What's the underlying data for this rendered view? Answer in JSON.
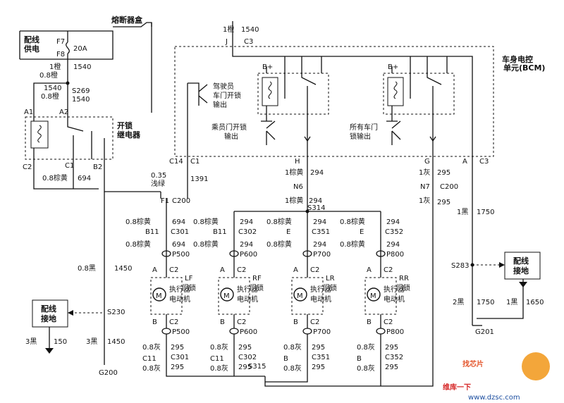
{
  "fuse_box": {
    "title": "熔断器盒",
    "supply": "配线\n供电",
    "fuse_in": "F7",
    "fuse_out": "F8",
    "rating": "20A",
    "out_wire": "1橙",
    "out_circuit": "1540"
  },
  "splice_s269": {
    "wire_top": "0.8橙",
    "circuit_top": "1540",
    "name": "S269",
    "circuit_a": "1540",
    "wire_b": "0.8橙",
    "circuit_b": "1540"
  },
  "unlock_relay": {
    "name": "开锁\n继电器",
    "pin_a1": "A1",
    "pin_a2": "A2",
    "pin_c1": "C1",
    "pin_c2": "C2",
    "pin_b2": "B2"
  },
  "bcm": {
    "name": "车身电控\n单元(BCM)",
    "top_wire": "1橙",
    "top_circuit": "1540",
    "pin_j": "J",
    "pin_c3": "C3",
    "driver_unlock": "驾驶员\n车门开锁\n输出",
    "passenger_unlock": "乘员门开锁\n输出",
    "all_door_lock": "所有车门\n锁输出",
    "bplus": "B+",
    "bplus2": "B+",
    "pin_c14": "C14",
    "pin_c1": "C1",
    "pin_h": "H",
    "pin_g": "G",
    "pin_a": "A",
    "pin_c3b": "C3"
  },
  "wires": {
    "w694": "0.8棕黄",
    "c694": "694",
    "w1391": "0.35\n浅绿",
    "c1391": "1391",
    "w294": "1棕黄",
    "c294": "294",
    "w295": "1灰",
    "c295": "295",
    "w1750": "1黑",
    "c1750": "1750",
    "w1750b": "2黑",
    "c1750b": "1750",
    "w1650": "1黑",
    "c1650": "1650",
    "w1450": "0.8黑",
    "c1450": "1450",
    "w150": "3黑",
    "c150": "150",
    "w1450b": "3黑",
    "c1450b": "1450"
  },
  "connectors": {
    "f1": "F1",
    "c200": "C200",
    "n6": "N6",
    "n7": "N7",
    "c200b": "C200",
    "s314": "S314",
    "s315": "S315",
    "s283": "S283",
    "s230": "S230",
    "g200": "G200",
    "g201": "G201"
  },
  "ground_boxes": {
    "left": "配线\n接地",
    "right": "配线\n接地"
  },
  "actuators": [
    {
      "position": "LF",
      "suffix": "门锁",
      "label": "执行器\n电动机",
      "motor": "M",
      "conn_top": "B11",
      "conn_top_c": "C301",
      "wire_top": "0.8棕黄",
      "circuit_top": "694",
      "wire_mid": "0.8棕黄",
      "circuit_mid": "694",
      "plug": "P500",
      "pin_a": "A",
      "pin_b": "B",
      "c2": "C2",
      "wire_bot": "0.8灰",
      "circuit_bot": "295",
      "conn_bot": "C11",
      "conn_bot_c": "C301",
      "wire_out": "0.8灰",
      "circuit_out": "295"
    },
    {
      "position": "RF",
      "suffix": "门锁",
      "label": "执行器\n电动机",
      "motor": "M",
      "conn_top": "B11",
      "conn_top_c": "C302",
      "wire_top": "0.8棕黄",
      "circuit_top": "294",
      "wire_mid": "0.8棕黄",
      "circuit_mid": "294",
      "plug": "P600",
      "pin_a": "A",
      "pin_b": "B",
      "c2": "C2",
      "wire_bot": "0.8灰",
      "circuit_bot": "295",
      "conn_bot": "C11",
      "conn_bot_c": "C302",
      "wire_out": "0.8灰",
      "circuit_out": "295"
    },
    {
      "position": "LR",
      "suffix": "门锁",
      "label": "执行器\n电动机",
      "motor": "M",
      "conn_top": "E",
      "conn_top_c": "C351",
      "wire_top": "0.8棕黄",
      "circuit_top": "294",
      "wire_mid": "0.8棕黄",
      "circuit_mid": "294",
      "plug": "P700",
      "pin_a": "A",
      "pin_b": "B",
      "c2": "C2",
      "wire_bot": "0.8灰",
      "circuit_bot": "295",
      "conn_bot": "B",
      "conn_bot_c": "C351",
      "wire_out": "0.8灰",
      "circuit_out": "295"
    },
    {
      "position": "RR",
      "suffix": "门锁",
      "label": "执行器\n电动机",
      "motor": "M",
      "conn_top": "E",
      "conn_top_c": "C352",
      "wire_top": "0.8棕黄",
      "circuit_top": "294",
      "wire_mid": "0.8棕黄",
      "circuit_mid": "294",
      "plug": "P800",
      "pin_a": "A",
      "pin_b": "B",
      "c2": "C2",
      "wire_bot": "0.8灰",
      "circuit_bot": "295",
      "conn_bot": "B",
      "conn_bot_c": "C352",
      "wire_out": "0.8灰",
      "circuit_out": "295"
    }
  ],
  "watermark": {
    "brand": "维库一下",
    "url": "www.dzsc.com",
    "logo_text": "找芯片"
  }
}
